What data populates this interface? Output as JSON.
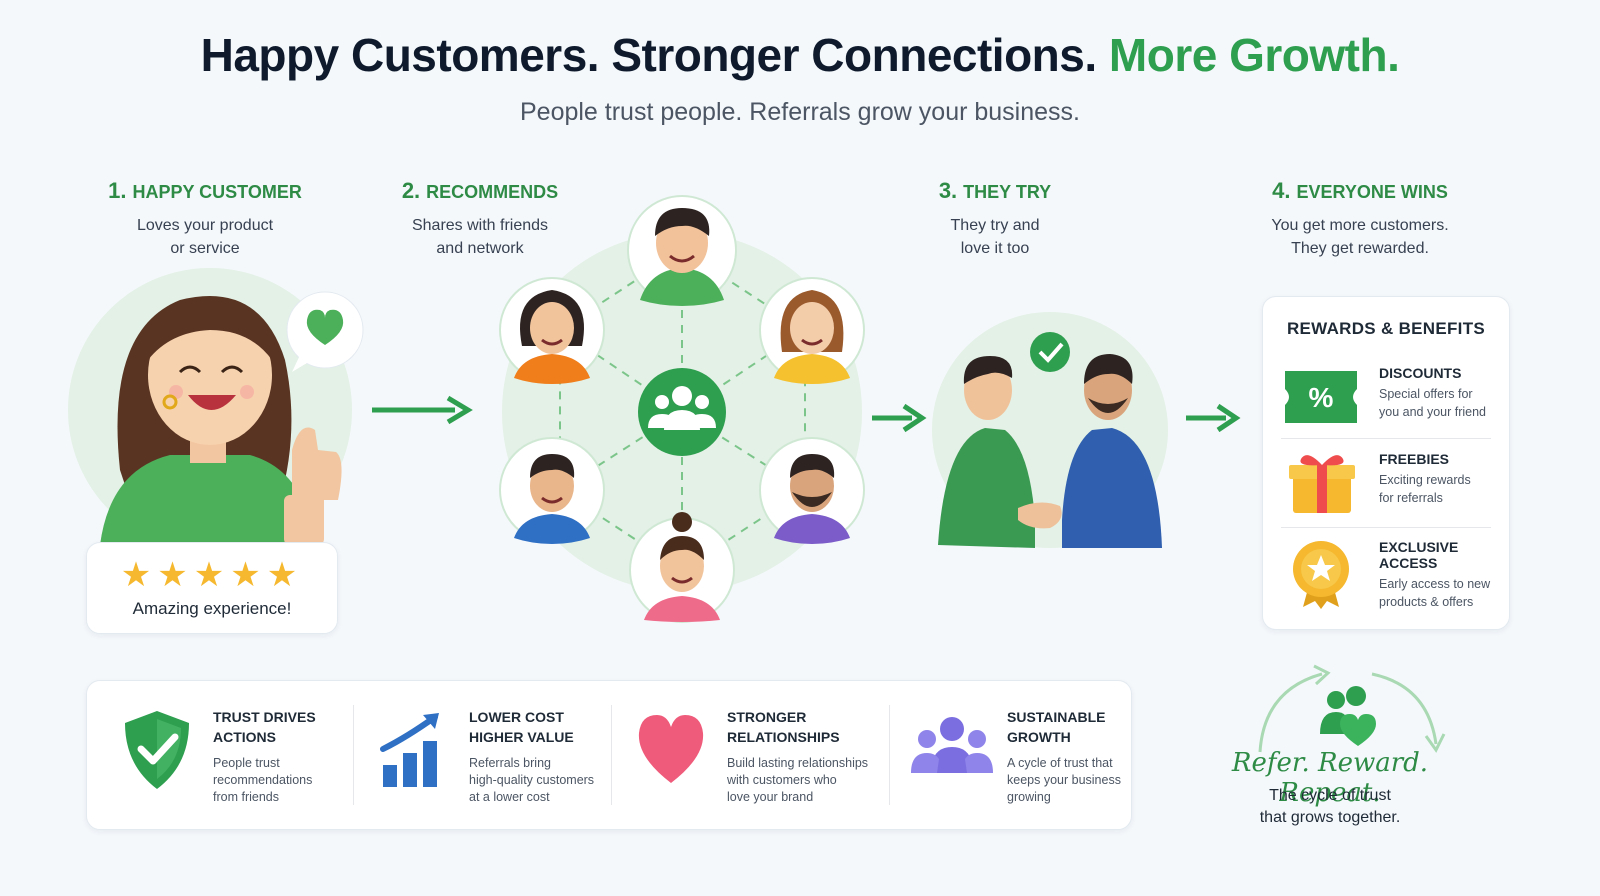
{
  "header": {
    "title_main": "Happy Customers. Stronger Connections.",
    "title_accent": "More Growth.",
    "subtitle": "People trust people. Referrals grow your business."
  },
  "steps": [
    {
      "num": "1.",
      "title": "HAPPY CUSTOMER",
      "desc_line1": "Loves your product",
      "desc_line2": "or service"
    },
    {
      "num": "2.",
      "title": "RECOMMENDS",
      "desc_line1": "Shares with friends",
      "desc_line2": "and network"
    },
    {
      "num": "3.",
      "title": "THEY TRY",
      "desc_line1": "They try and",
      "desc_line2": "love it too"
    },
    {
      "num": "4.",
      "title": "EVERYONE WINS",
      "desc_line1": "You get more customers.",
      "desc_line2": "They get rewarded."
    }
  ],
  "review": {
    "stars": 5,
    "text": "Amazing experience!"
  },
  "rewards": {
    "title": "REWARDS & BENEFITS",
    "items": [
      {
        "title": "DISCOUNTS",
        "desc_line1": "Special offers for",
        "desc_line2": "you and your friend",
        "icon": "percent-ticket-icon"
      },
      {
        "title": "FREEBIES",
        "desc_line1": "Exciting rewards",
        "desc_line2": "for referrals",
        "icon": "gift-icon"
      },
      {
        "title": "EXCLUSIVE ACCESS",
        "desc_line1": "Early access to new",
        "desc_line2": "products & offers",
        "icon": "star-badge-icon"
      }
    ]
  },
  "benefits": [
    {
      "title_line1": "TRUST DRIVES",
      "title_line2": "ACTIONS",
      "desc_line1": "People trust",
      "desc_line2": "recommendations",
      "desc_line3": "from friends",
      "icon": "shield-check-icon"
    },
    {
      "title_line1": "LOWER COST",
      "title_line2": "HIGHER VALUE",
      "desc_line1": "Referrals bring",
      "desc_line2": "high-quality customers",
      "desc_line3": "at a lower cost",
      "icon": "growth-chart-icon"
    },
    {
      "title_line1": "STRONGER",
      "title_line2": "RELATIONSHIPS",
      "desc_line1": "Build lasting relationships",
      "desc_line2": "with customers who",
      "desc_line3": "love your brand",
      "icon": "heart-icon"
    },
    {
      "title_line1": "SUSTAINABLE",
      "title_line2": "GROWTH",
      "desc_line1": "A cycle of trust that",
      "desc_line2": "keeps your business",
      "desc_line3": "growing",
      "icon": "group-icon"
    }
  ],
  "tagline": {
    "text": "Refer. Reward. Repeat.",
    "desc_line1": "The cycle of trust",
    "desc_line2": "that grows together."
  },
  "colors": {
    "green": "#2e9e4f",
    "dark": "#0f1b2d",
    "gold": "#f5b82e",
    "blue": "#2f6fc4",
    "pink": "#ef5b7a",
    "purple": "#7b6ee0"
  }
}
